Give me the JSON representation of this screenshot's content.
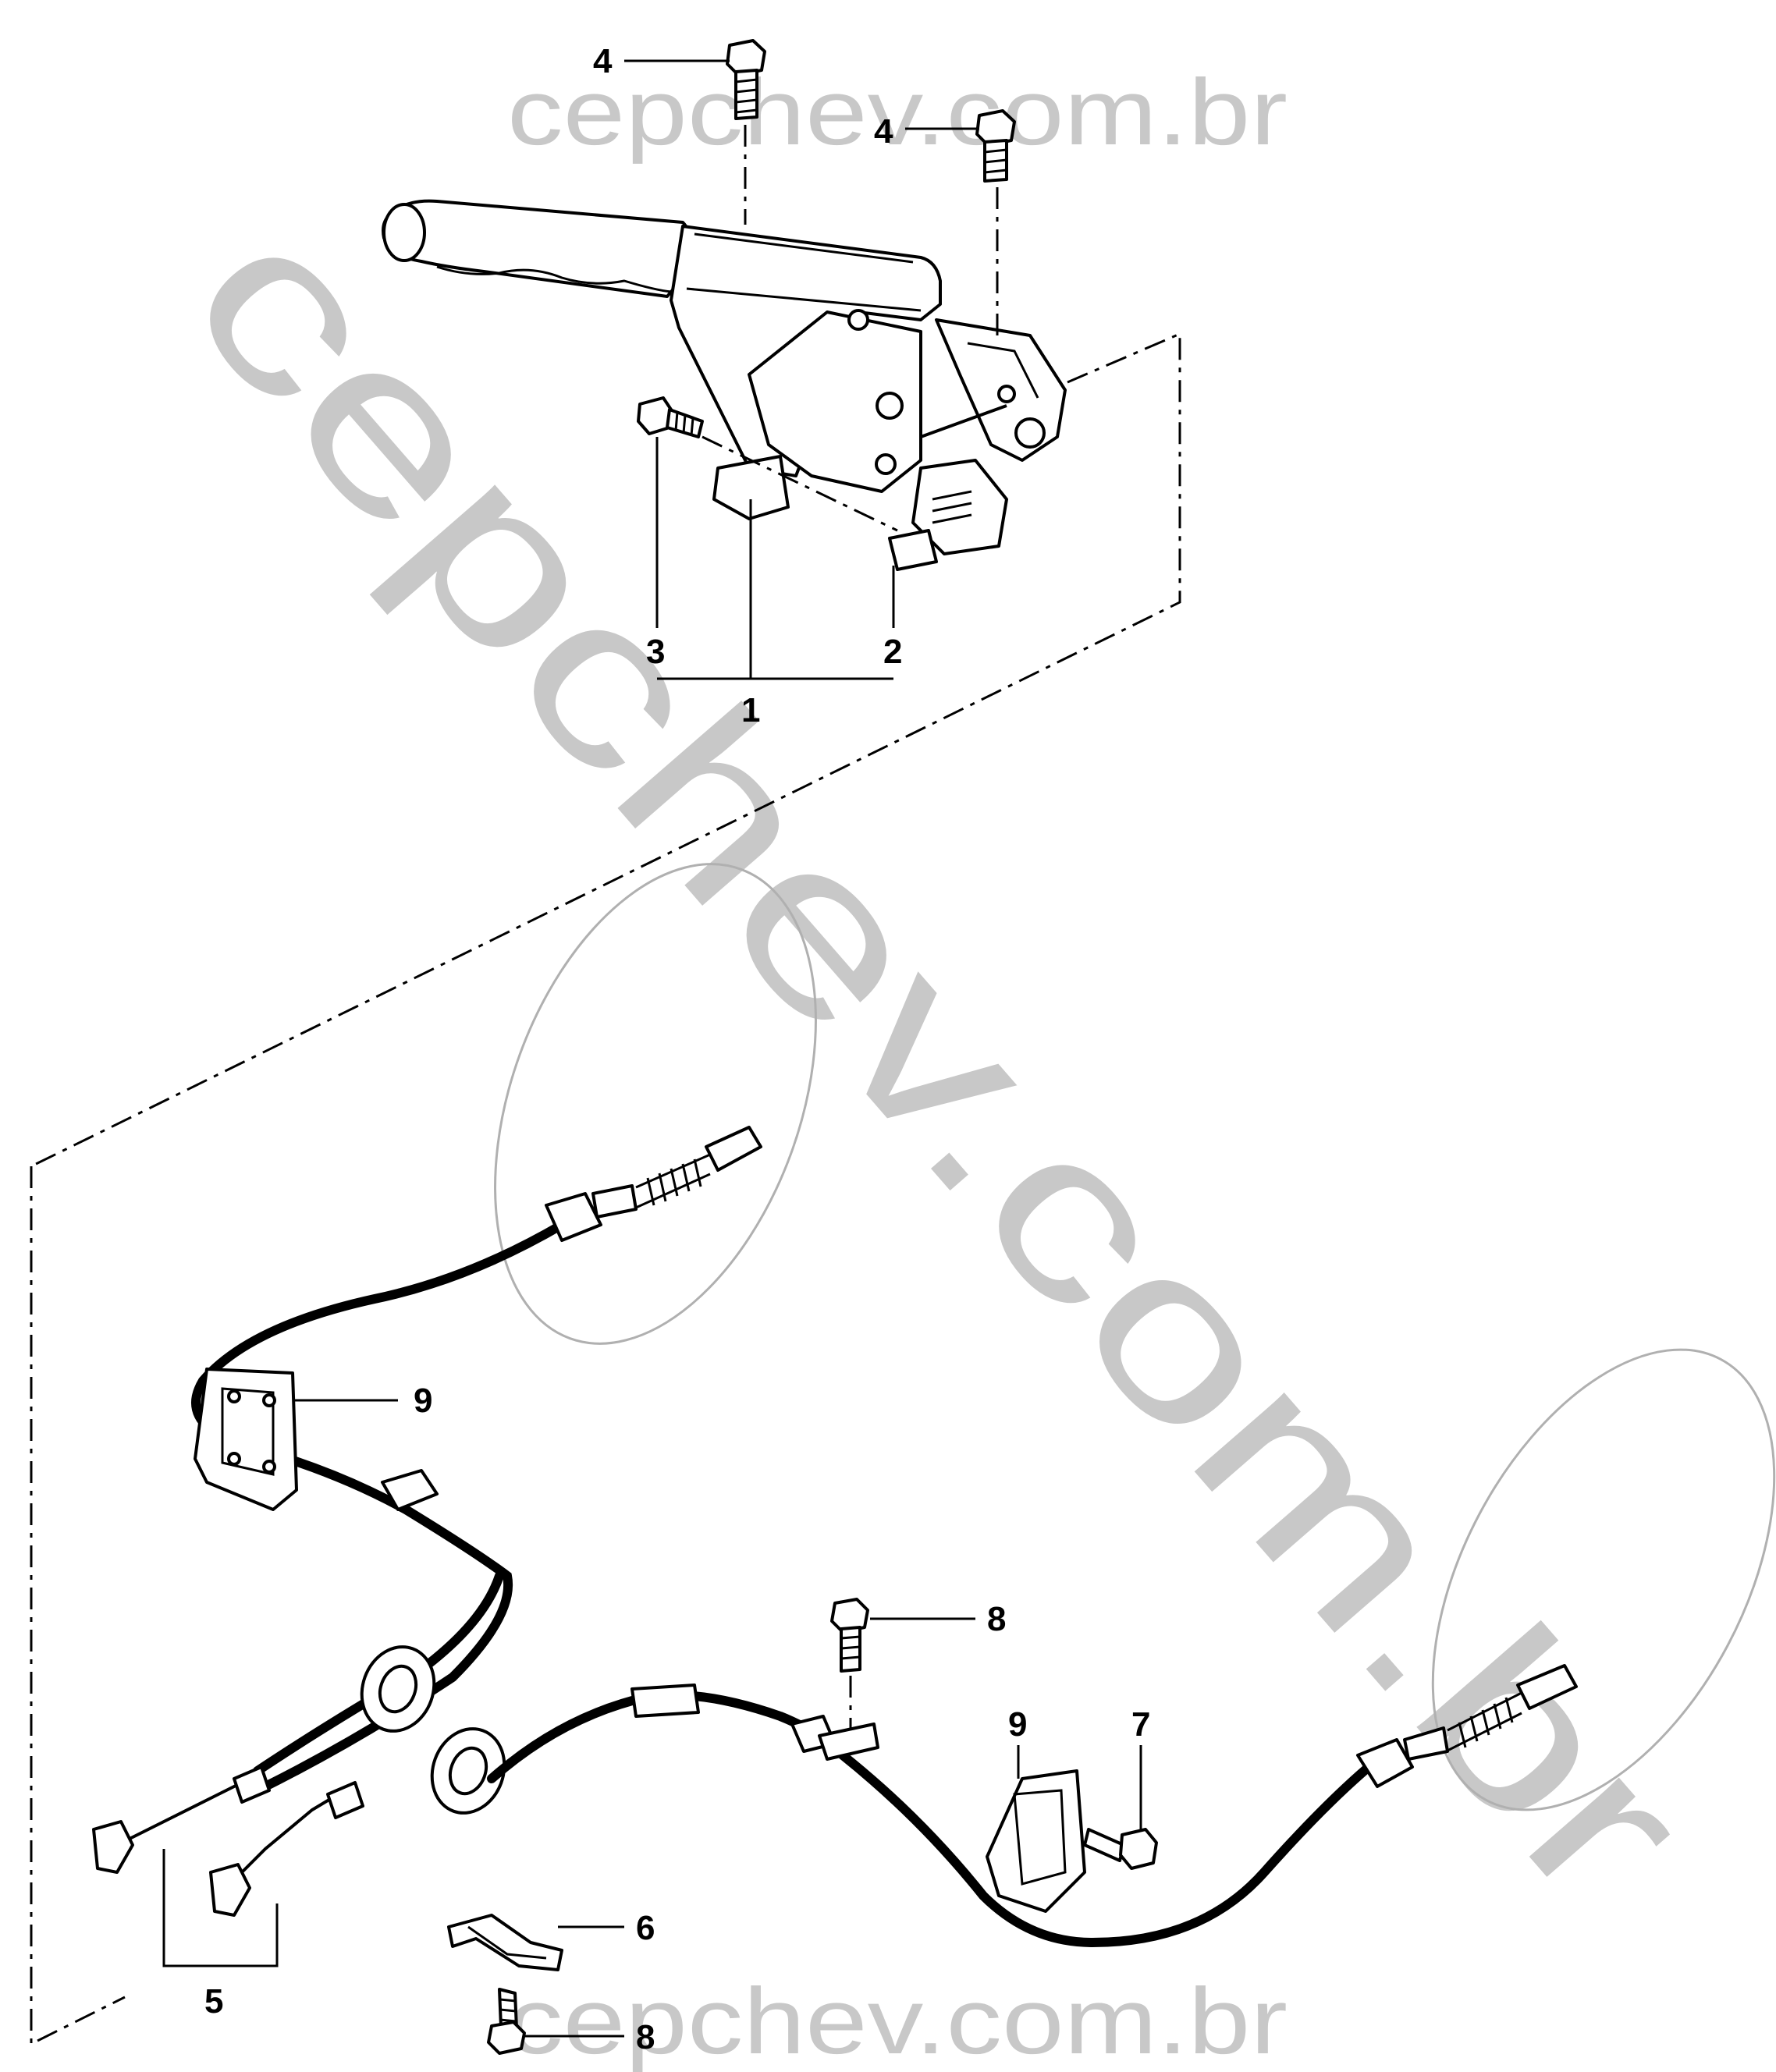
{
  "watermarks": {
    "top": "cepchev.com.br",
    "diagonal": "cepchev.com.br",
    "bottom": "cepchev.com.br"
  },
  "callouts": {
    "lever_assembly": "1",
    "bracket": "2",
    "lever_bolt": "3",
    "bolt_top_left": "4",
    "bolt_top_right": "4",
    "cable_ends": "5",
    "clip": "6",
    "bolt_right": "7",
    "bolt_middle": "8",
    "bolt_bottom": "8",
    "cable_bracket_left": "9",
    "cable_bracket_right": "9"
  }
}
